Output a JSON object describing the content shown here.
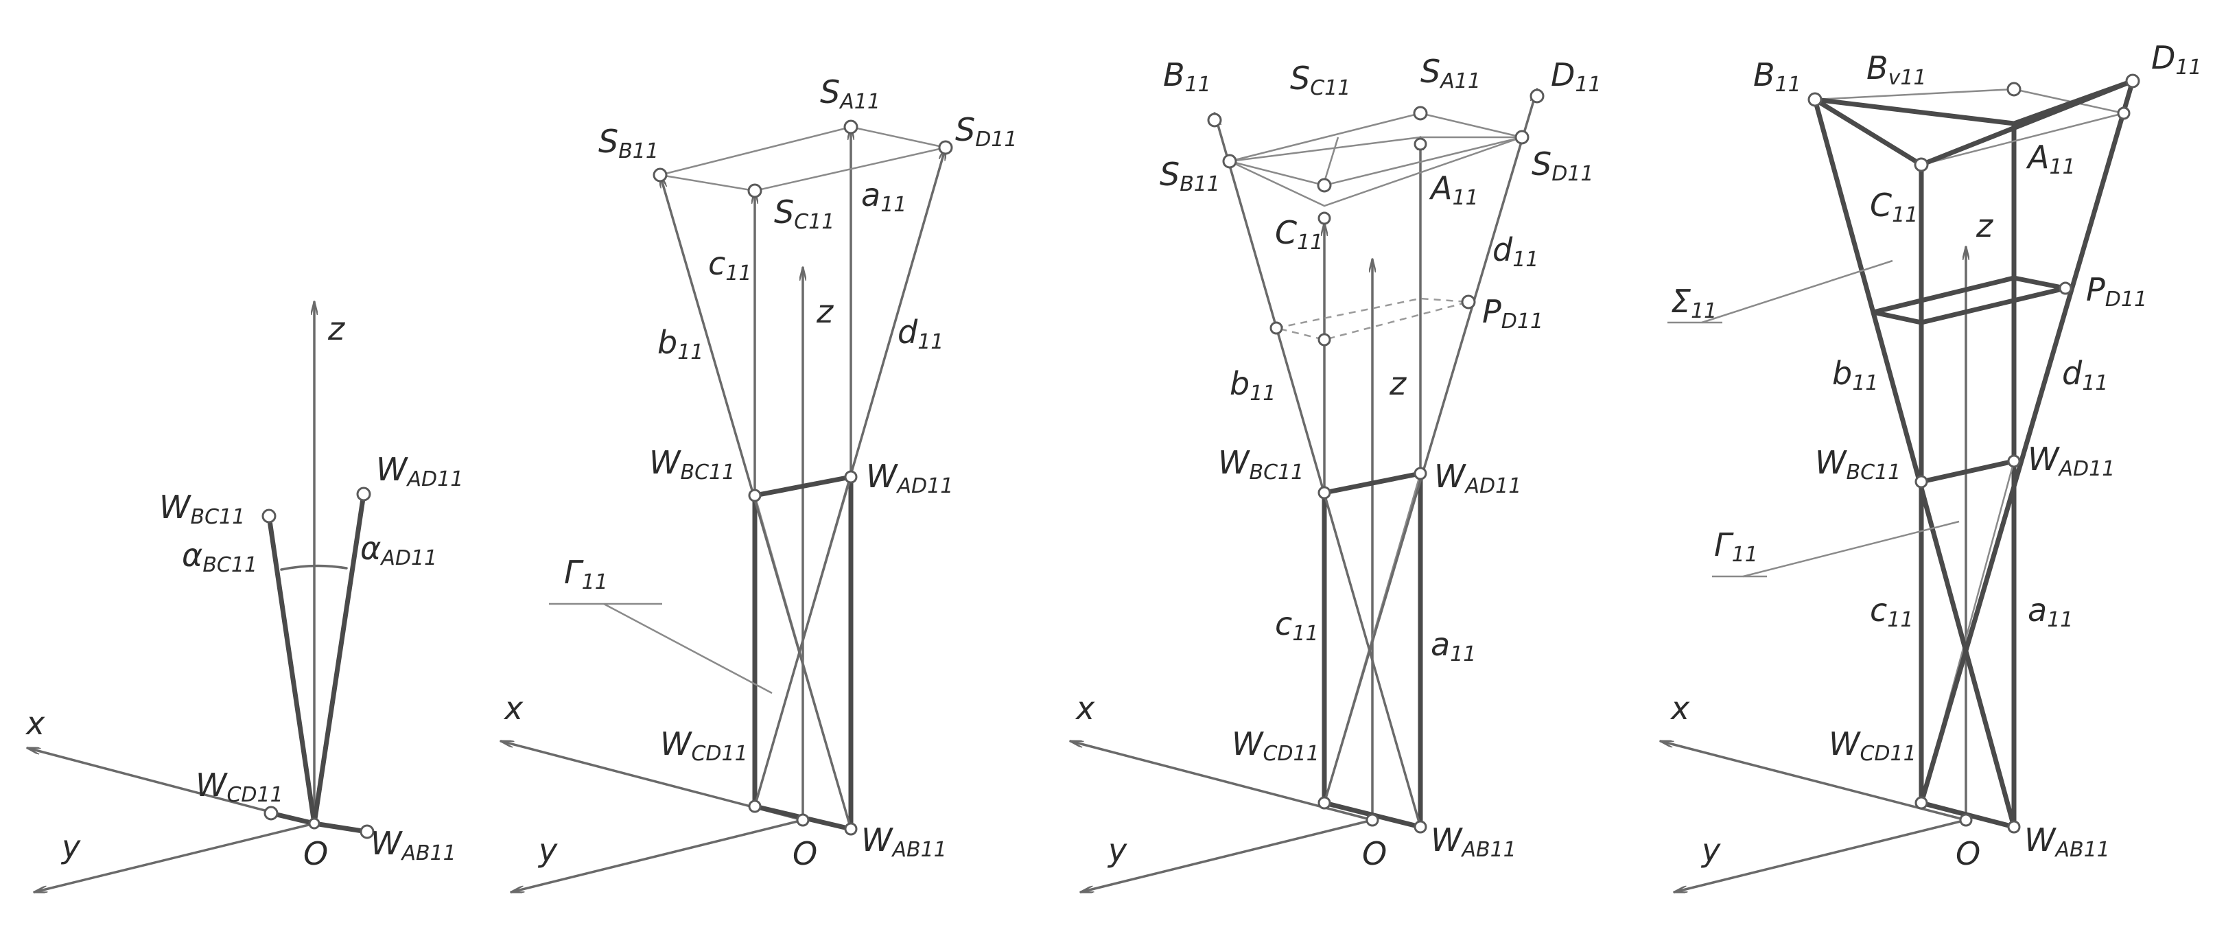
{
  "figures": [
    {
      "id": "fig1",
      "labels": {
        "z": "z",
        "x": "x",
        "y": "y",
        "o": "O",
        "w_bc": "W",
        "w_bc_sub": "BC11",
        "w_ad": "W",
        "w_ad_sub": "AD11",
        "w_cd": "W",
        "w_cd_sub": "CD11",
        "w_ab": "W",
        "w_ab_sub": "AB11",
        "alpha_bc": "α",
        "alpha_bc_sub": "BC11",
        "alpha_ad": "α",
        "alpha_ad_sub": "AD11"
      }
    },
    {
      "id": "fig2",
      "labels": {
        "s_b": "S",
        "s_b_sub": "B11",
        "s_a": "S",
        "s_a_sub": "A11",
        "s_d": "S",
        "s_d_sub": "D11",
        "s_c": "S",
        "s_c_sub": "C11",
        "a": "a",
        "a_sub": "11",
        "c": "c",
        "c_sub": "11",
        "b": "b",
        "b_sub": "11",
        "d": "d",
        "d_sub": "11",
        "z": "z",
        "x": "x",
        "y": "y",
        "o": "O",
        "gamma": "Γ",
        "gamma_sub": "11",
        "w_bc": "W",
        "w_bc_sub": "BC11",
        "w_ad": "W",
        "w_ad_sub": "AD11",
        "w_cd": "W",
        "w_cd_sub": "CD11",
        "w_ab": "W",
        "w_ab_sub": "AB11"
      }
    },
    {
      "id": "fig3",
      "labels": {
        "B": "B",
        "B_sub": "11",
        "D": "D",
        "D_sub": "11",
        "s_c": "S",
        "s_c_sub": "C11",
        "s_a": "S",
        "s_a_sub": "A11",
        "s_b": "S",
        "s_b_sub": "B11",
        "s_d": "S",
        "s_d_sub": "D11",
        "C": "C",
        "C_sub": "11",
        "A": "A",
        "A_sub": "11",
        "d": "d",
        "d_sub": "11",
        "p_d": "P",
        "p_d_sub": "D11",
        "b": "b",
        "b_sub": "11",
        "z": "z",
        "c": "c",
        "c_sub": "11",
        "a": "a",
        "a_sub": "11",
        "x": "x",
        "y": "y",
        "o": "O",
        "w_bc": "W",
        "w_bc_sub": "BC11",
        "w_ad": "W",
        "w_ad_sub": "AD11",
        "w_cd": "W",
        "w_cd_sub": "CD11",
        "w_ab": "W",
        "w_ab_sub": "AB11"
      }
    },
    {
      "id": "fig4",
      "labels": {
        "B": "B",
        "B_sub": "11",
        "Bv": "B",
        "Bv_sub": "v11",
        "D": "D",
        "D_sub": "11",
        "A": "A",
        "A_sub": "11",
        "C": "C",
        "C_sub": "11",
        "z": "z",
        "sigma": "Σ",
        "sigma_sub": "11",
        "p_d": "P",
        "p_d_sub": "D11",
        "b": "b",
        "b_sub": "11",
        "d": "d",
        "d_sub": "11",
        "w_bc": "W",
        "w_bc_sub": "BC11",
        "w_ad": "W",
        "w_ad_sub": "AD11",
        "gamma": "Γ",
        "gamma_sub": "11",
        "c": "c",
        "c_sub": "11",
        "a": "a",
        "a_sub": "11",
        "x": "x",
        "y": "y",
        "o": "O",
        "w_cd": "W",
        "w_cd_sub": "CD11",
        "w_ab": "W",
        "w_ab_sub": "AB11"
      }
    }
  ]
}
